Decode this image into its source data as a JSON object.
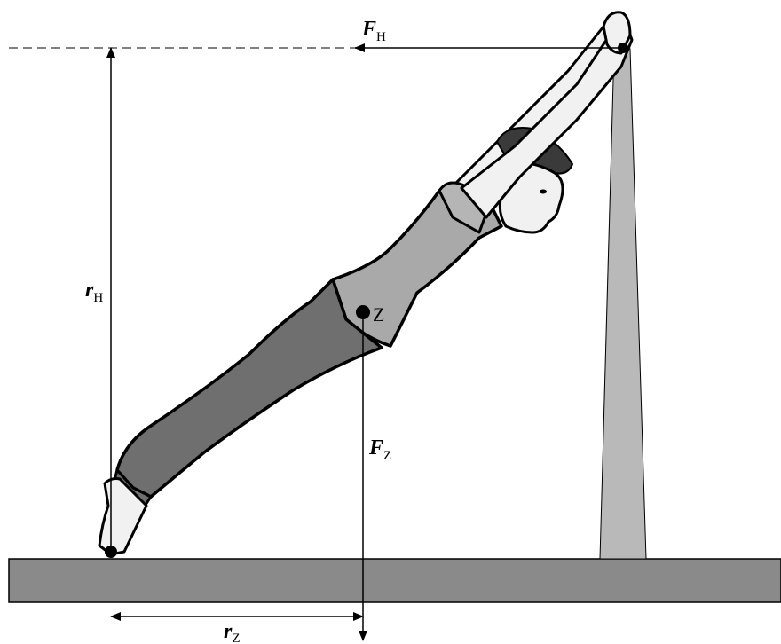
{
  "labels": {
    "F_h_main": "F",
    "F_h_sub": "H",
    "r_h_main": "r",
    "r_h_sub": "H",
    "F_z_main": "F",
    "F_z_sub": "Z",
    "r_z_main": "r",
    "r_z_sub": "Z",
    "center_of_mass": "Z"
  },
  "colors": {
    "floor": "#8a8a8a",
    "pole": "#b9b9b9",
    "shirt": "#a9a9a9",
    "pants": "#6f6f6f",
    "skin": "#f1f1f1",
    "hair": "#3a3a3a",
    "outline": "#000000"
  }
}
